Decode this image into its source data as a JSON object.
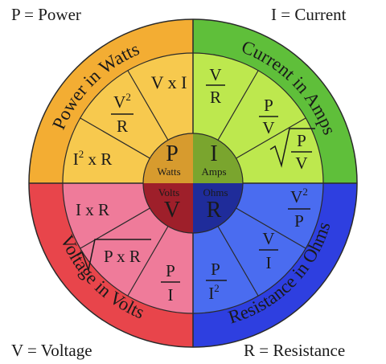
{
  "legend": {
    "power": "P = Power",
    "current": "I = Current",
    "voltage": "V = Voltage",
    "resistance": "R = Resistance"
  },
  "ring": {
    "power": "Power in Watts",
    "current": "Current in Amps",
    "voltage": "Voltage in Volts",
    "resistance": "Resistance in Ohms"
  },
  "center": {
    "p_letter": "P",
    "p_unit": "Watts",
    "i_letter": "I",
    "i_unit": "Amps",
    "v_letter": "V",
    "v_unit": "Volts",
    "r_letter": "R",
    "r_unit": "Ohms"
  },
  "formulas": {
    "power": [
      "V x I",
      "V²/R",
      "I² x R"
    ],
    "current": [
      "V/R",
      "P/V",
      "√(P/V)"
    ],
    "voltage": [
      "I x R",
      "√(P x R)",
      "P/I"
    ],
    "resistance": [
      "V²/P",
      "V/I",
      "P/I²"
    ]
  },
  "colors": {
    "power": "#f7c94e",
    "power_ring": "#f3ad33",
    "current": "#bde84e",
    "current_ring": "#5fbf3a",
    "voltage": "#ef7b9a",
    "voltage_ring": "#e8454b",
    "resistance": "#4a6cf0",
    "resistance_ring": "#2e3fe0",
    "center_p": "#d79b2e",
    "center_i": "#7aa52e",
    "center_v": "#9e1f2a",
    "center_r": "#1f2c9a"
  }
}
